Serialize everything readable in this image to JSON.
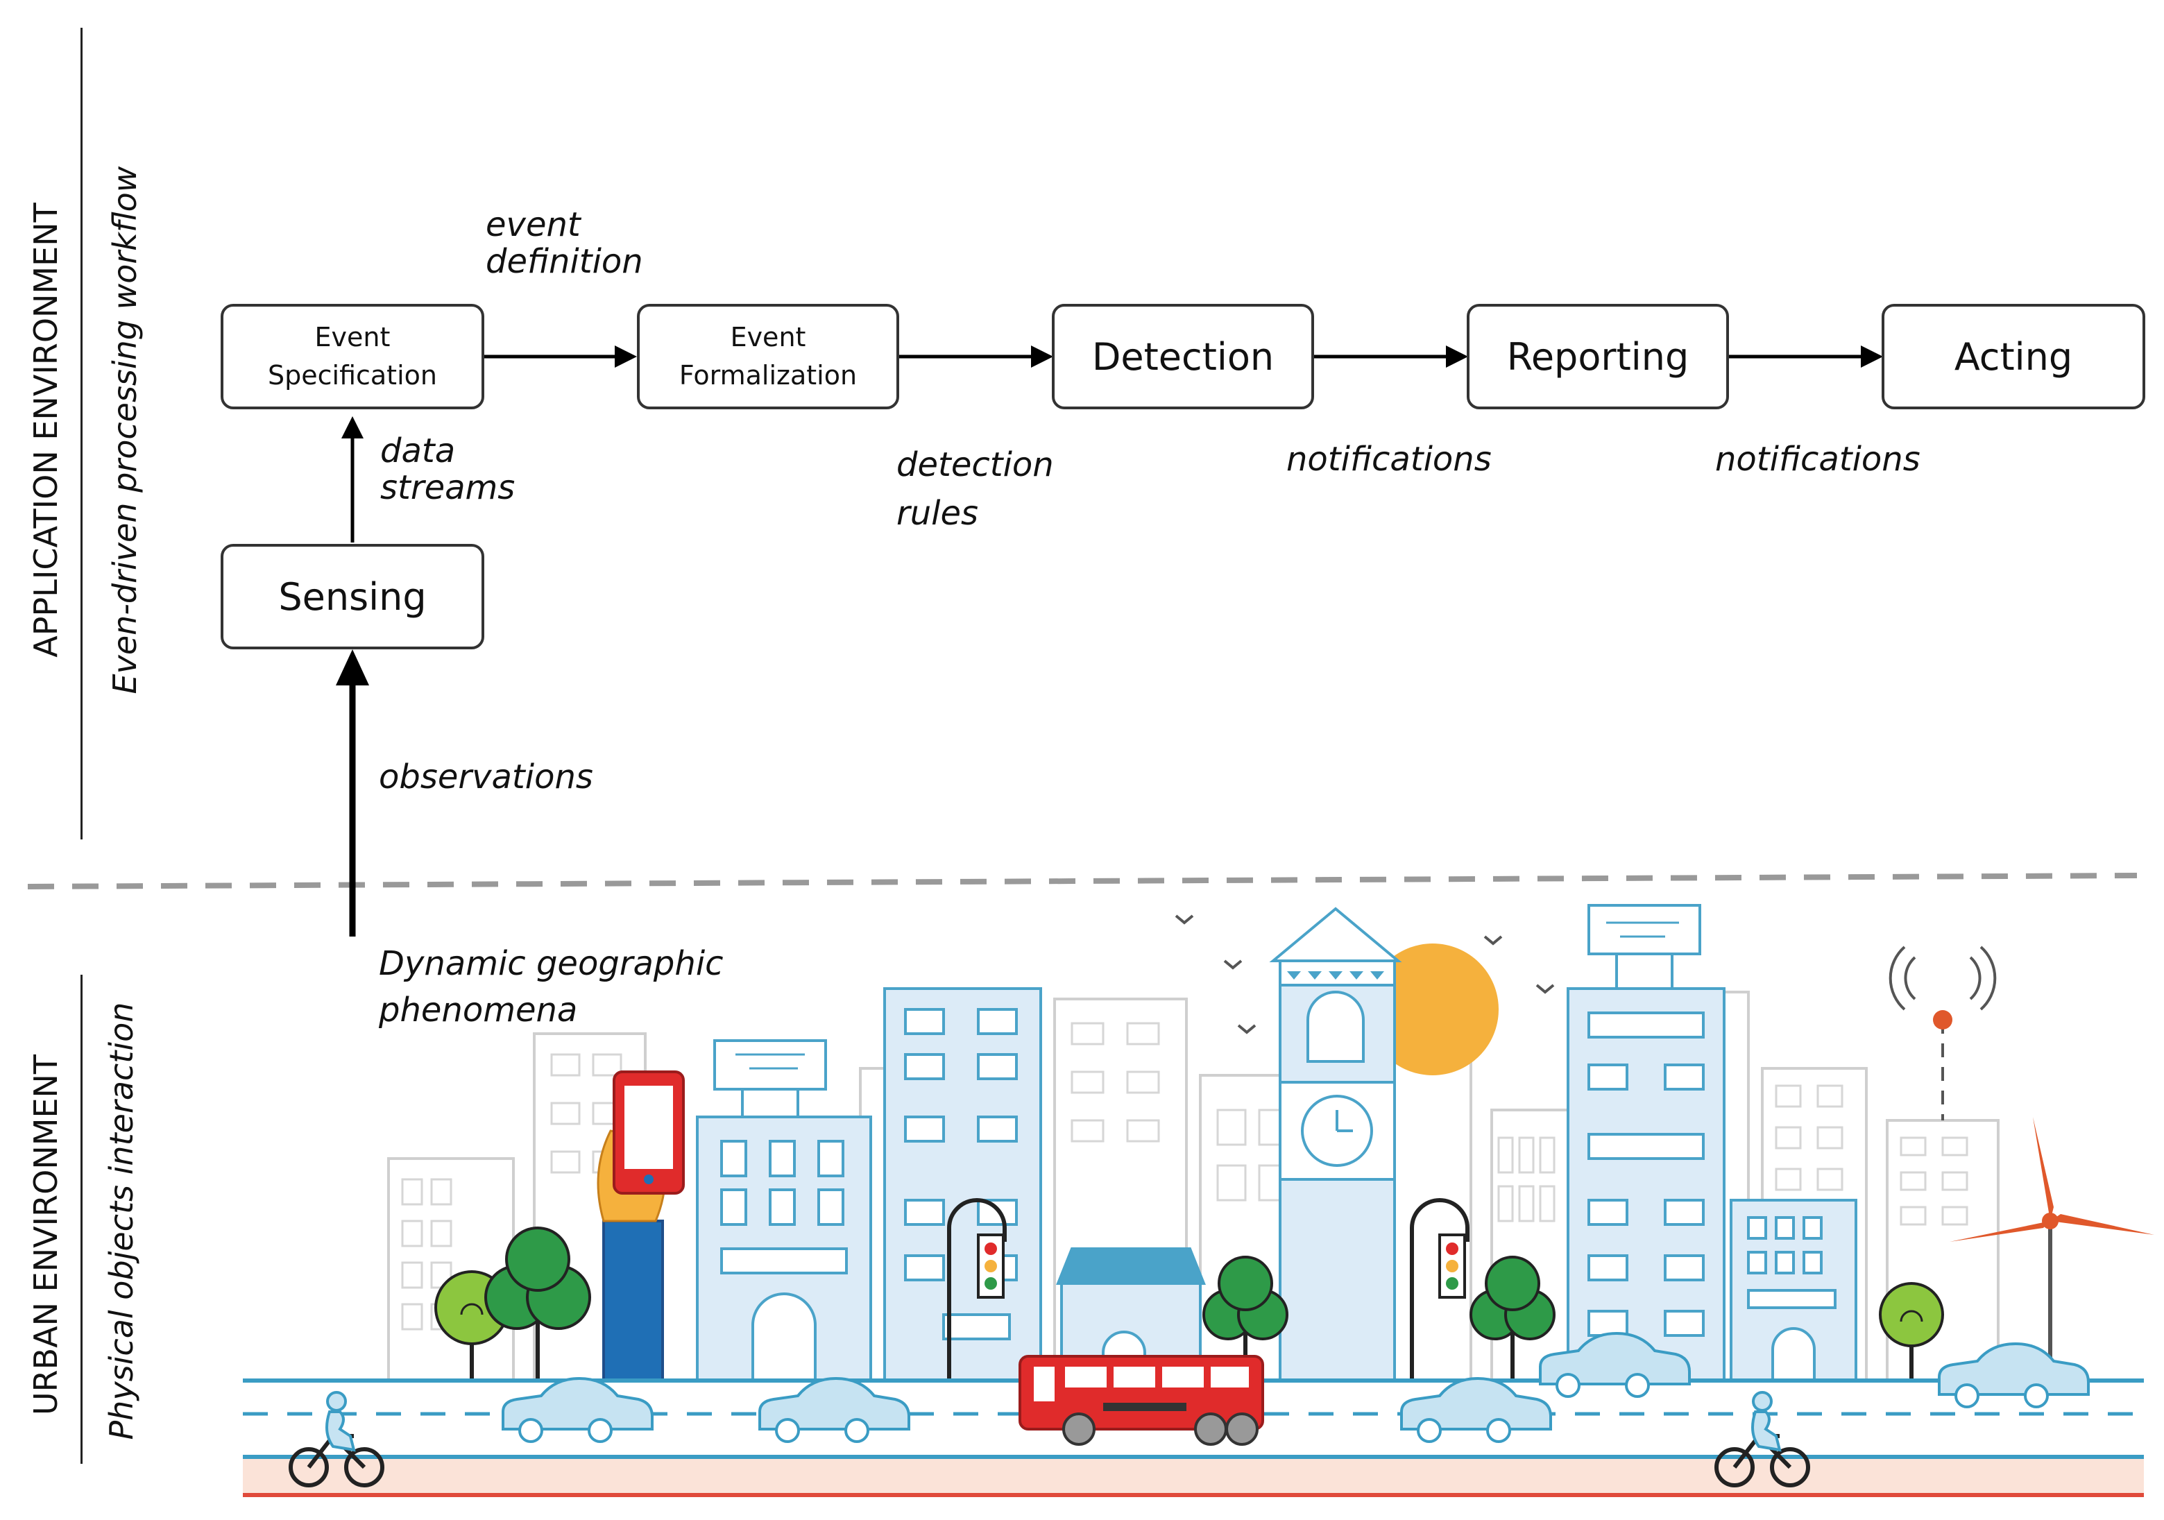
{
  "side_labels": {
    "app_env": "APPLICATION ENVIRONMENT",
    "workflow": "Even-driven processing workflow",
    "urban_env": "URBAN ENVIRONMENT",
    "interaction": "Physical objects interaction"
  },
  "boxes": {
    "event_spec": "Event\nSpecification",
    "event_formal": "Event\nFormalization",
    "detection": "Detection",
    "reporting": "Reporting",
    "acting": "Acting",
    "sensing": "Sensing"
  },
  "edge_labels": {
    "event_definition": "event\ndefinition",
    "data_streams": "data\nstreams",
    "detection_rules": "detection\nrules",
    "notifications_1": "notifications",
    "notifications_2": "notifications",
    "observations": "observations",
    "dynamic": "Dynamic geographic\nphenomena"
  },
  "colors": {
    "building_blue_fill": "#dcebf7",
    "building_blue_stroke": "#4aa3c9",
    "building_gray_stroke": "#cfcfcf",
    "tree_green": "#2e9a48",
    "tree_light": "#8cc63f",
    "bus_red": "#e02b2b",
    "sun": "#f5b13d",
    "turbine": "#e0582b",
    "road_line": "#3a9cc4",
    "sidewalk": "#fbe3d8"
  }
}
